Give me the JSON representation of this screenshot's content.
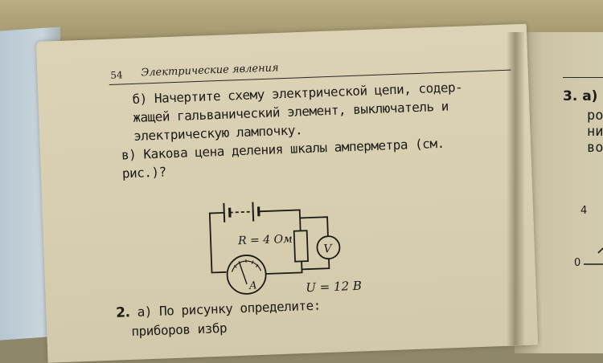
{
  "header": {
    "page_number": "54",
    "chapter_title": "Электрические явления"
  },
  "task_b": {
    "lines": [
      "б) Начертите схему электрической цепи, содер-",
      "жащей гальванический элемент, выключатель и",
      "электрическую лампочку."
    ]
  },
  "task_v": {
    "lines": [
      "в) Какова цена деления шкалы амперметра (см.",
      "рис.)?"
    ]
  },
  "circuit": {
    "resistance_label": "R = 4 Ом",
    "voltmeter_label": "V",
    "ammeter_label": "A",
    "voltage_label": "U = 12 B"
  },
  "task_2": {
    "number": "2.",
    "line1": " а) По рисунку определите:",
    "line2": "  приборов избр"
  },
  "right_page": {
    "task_3": "3. а)",
    "fragments": [
      "ро",
      "ни",
      "во"
    ],
    "axis_top": "4",
    "axis_bottom": "0"
  }
}
